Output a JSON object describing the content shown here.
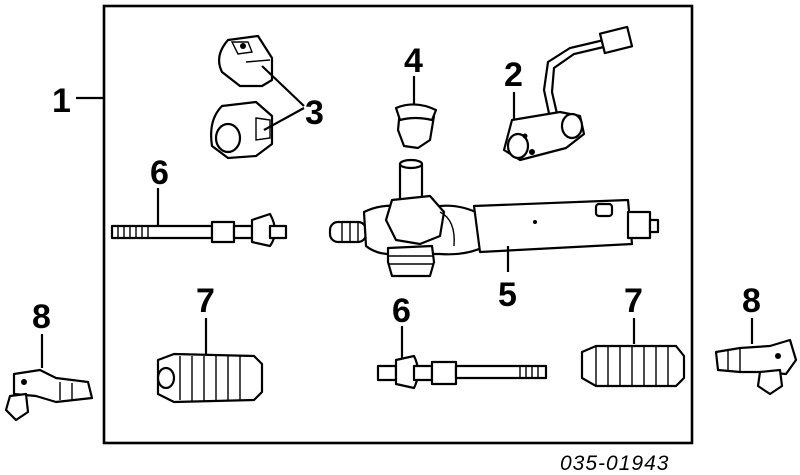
{
  "diagram": {
    "callouts": [
      {
        "id": "1",
        "label": "1"
      },
      {
        "id": "2",
        "label": "2"
      },
      {
        "id": "3",
        "label": "3"
      },
      {
        "id": "4",
        "label": "4"
      },
      {
        "id": "5",
        "label": "5"
      },
      {
        "id": "6a",
        "label": "6"
      },
      {
        "id": "6b",
        "label": "6"
      },
      {
        "id": "7a",
        "label": "7"
      },
      {
        "id": "7b",
        "label": "7"
      },
      {
        "id": "8a",
        "label": "8"
      },
      {
        "id": "8b",
        "label": "8"
      }
    ],
    "drawing_code": "035-01943"
  }
}
